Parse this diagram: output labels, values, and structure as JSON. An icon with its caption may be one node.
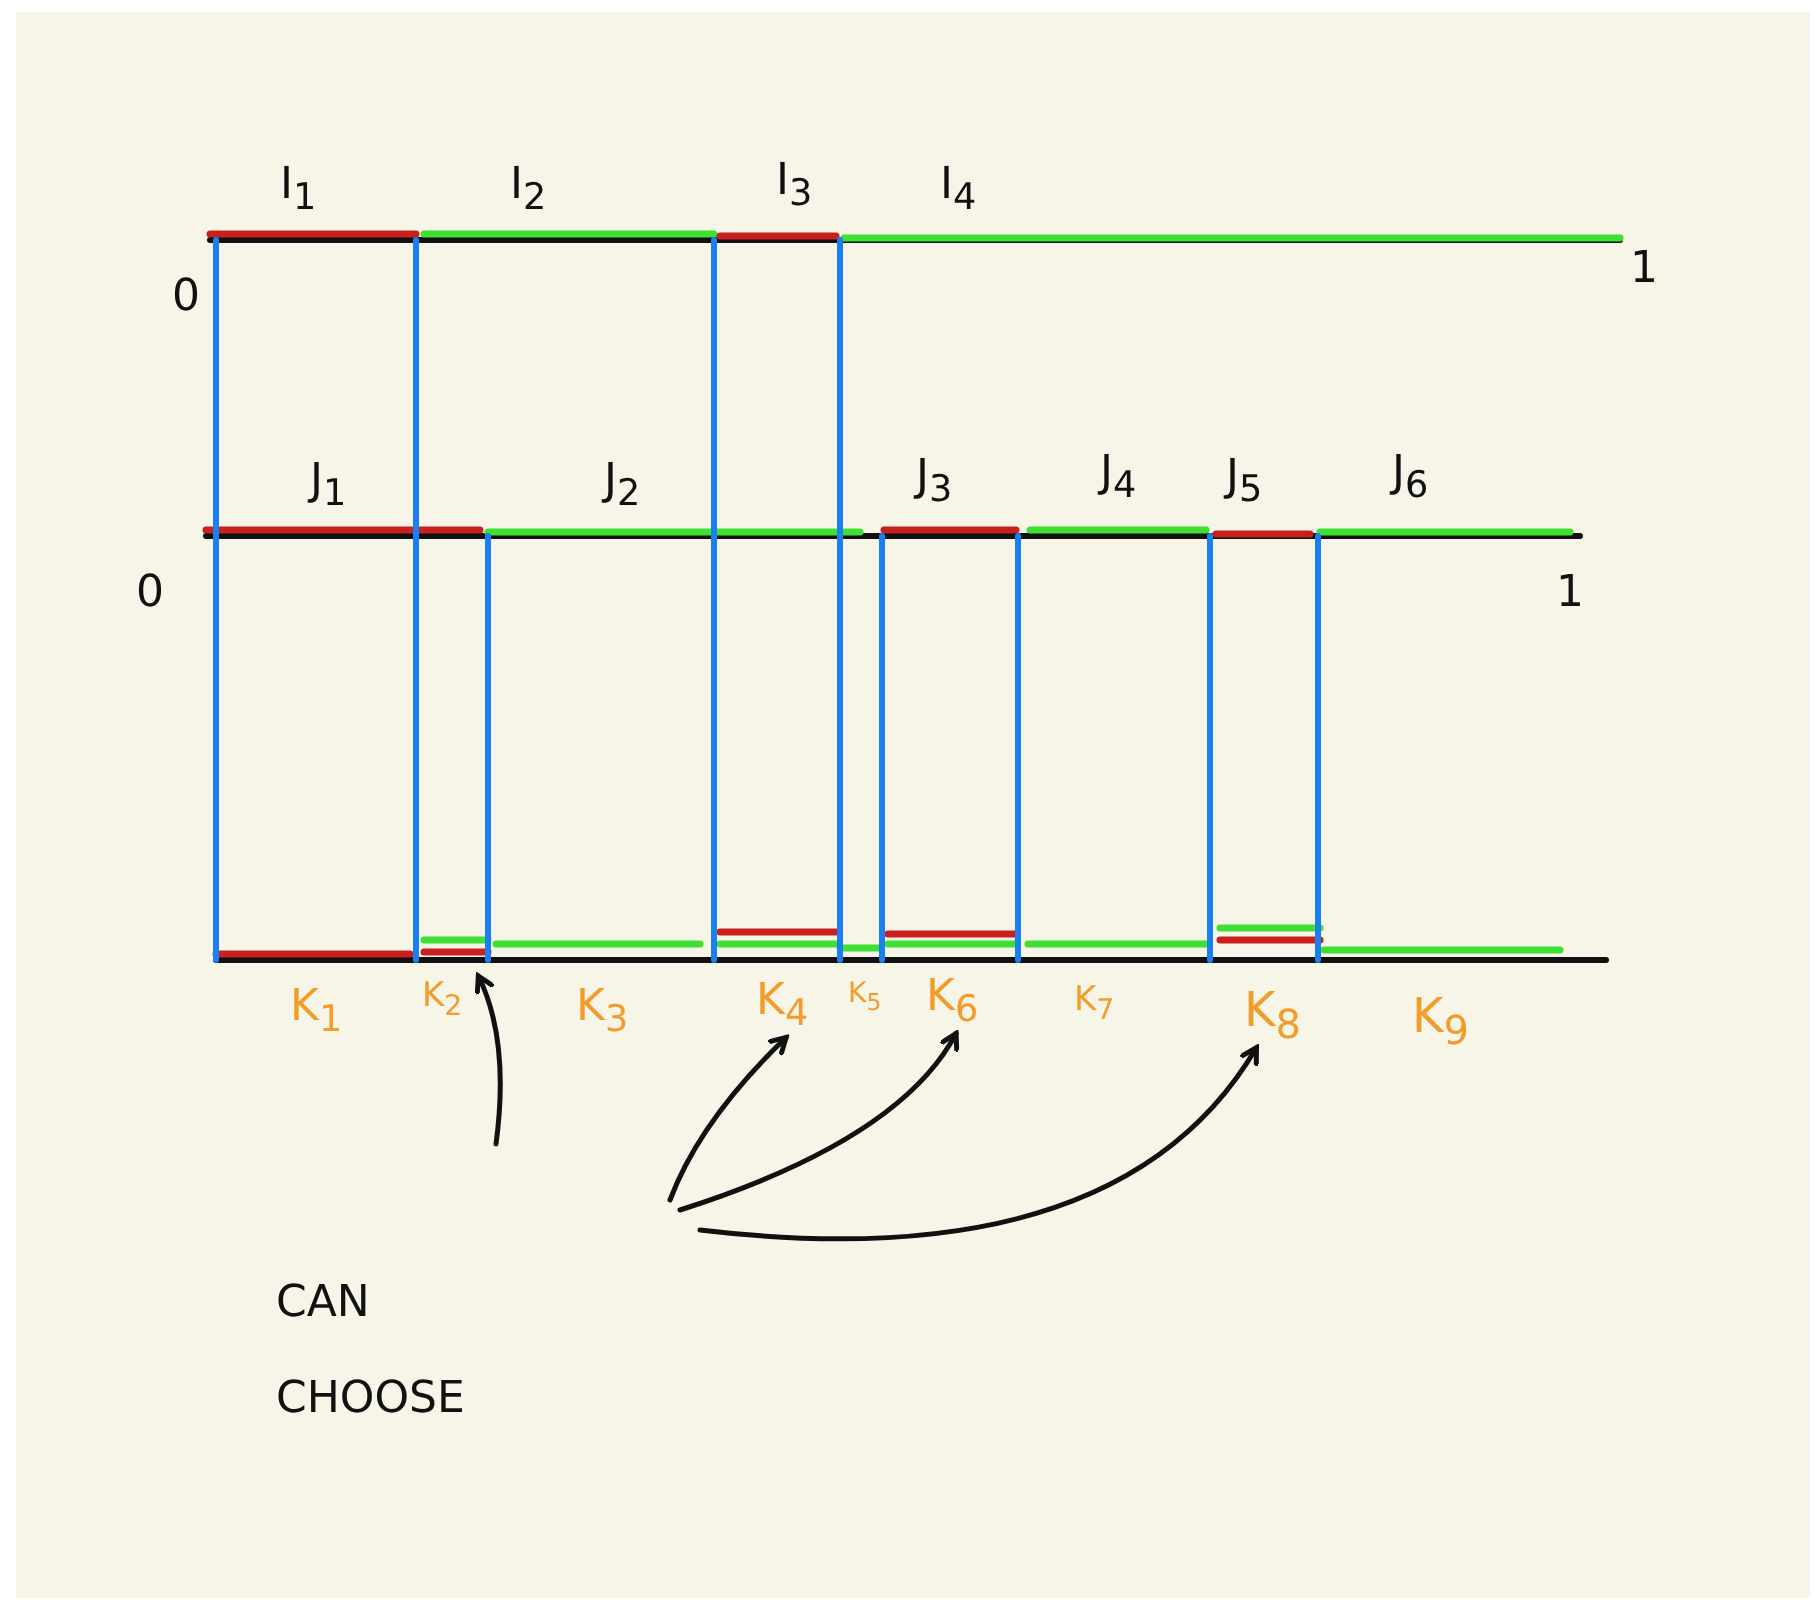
{
  "diagram": {
    "nodes": [
      {
        "text": [
          "K$_{1}$"
        ]
      },
      {
        "text": [
          "K$_{2}$"
        ]
      },
      {
        "text": [
          "K$_{3}$"
        ]
      },
      {
        "text": [
          "K$_{4}$"
        ]
      },
      {
        "text": [
          "K$_{5}$"
        ]
      },
      {
        "text": [
          "K$_{6}$"
        ]
      },
      {
        "text": [
          "K$_{7}$"
        ]
      },
      {
        "text": [
          "K$_{8}$"
        ]
      },
      {
        "text": [
          "K$_{9}$"
        ]
      }
    ],
    "edges": [
      {
        "from": null,
        "to": 1,
        "arrow": "to"
      },
      {
        "from": null,
        "to": 3,
        "arrow": "to"
      },
      {
        "from": null,
        "to": 5,
        "arrow": "to"
      },
      {
        "from": null,
        "to": 7,
        "arrow": "to"
      }
    ],
    "labels": [
      "I$_{1}$",
      "I$_{2}$",
      "I$_{3}$",
      "I$_{4}$",
      "0",
      "1",
      "J$_{1}$",
      "J$_{2}$",
      "J$_{3}$",
      "J$_{4}$",
      "J$_{5}$",
      "J$_{6}$",
      "0",
      "1",
      "CAN CHOOSE"
    ]
  }
}
